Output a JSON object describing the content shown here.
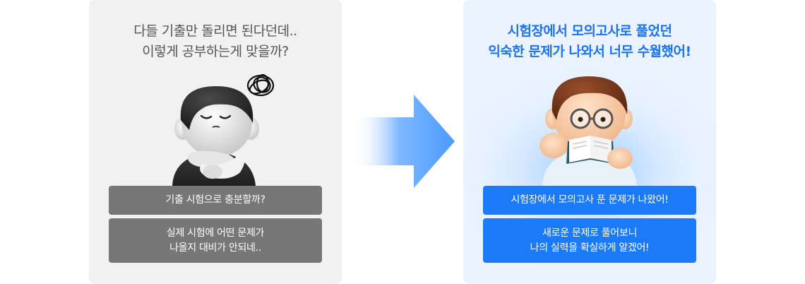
{
  "before": {
    "heading": [
      "다들 기출만 돌리면 된다던데..",
      "이렇게 공부하는게 맞을까?"
    ],
    "bubble1": [
      "기출 시험으로 충분할까?"
    ],
    "bubble2": [
      "실제 시험에 어떤 문제가",
      "나올지 대비가 안되네.."
    ]
  },
  "after": {
    "heading": [
      "시험장에서 모의고사로 풀었던",
      "익숙한 문제가 나와서 너무 수월했어!"
    ],
    "bubble1": [
      "시험장에서 모의고사 푼 문제가 나왔어!"
    ],
    "bubble2": [
      "새로운 문제로 풀어보니",
      "나의 실력을 확실하게 알겠어!"
    ]
  },
  "colors": {
    "before_panel": "#f1f1f1",
    "before_bubble": "#777777",
    "after_heading": "#1c73ef",
    "after_bubble": "#1a7af8",
    "arrow": "#4a9bff"
  },
  "icons": {
    "before_character": "worried-student-icon",
    "after_character": "reading-student-glasses-icon",
    "arrow": "arrow-right-icon"
  }
}
